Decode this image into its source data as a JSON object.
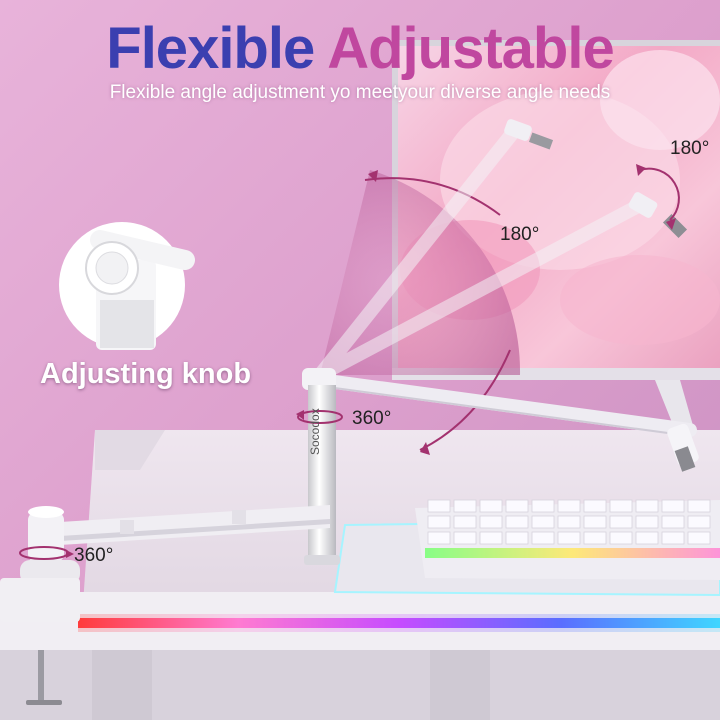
{
  "title_word1": "Flexible",
  "title_word2": "Adjustable",
  "subtitle": "Flexible angle adjustment yo meetyour diverse angle needs",
  "angle_right": "180°",
  "angle_center": "180°",
  "rotation_mid": "360°",
  "rotation_base": "360°",
  "knob_label": "Adjusting knob",
  "brand": "Socodox",
  "colors": {
    "title_blue": "#3b3fb0",
    "title_pink": "#c0479f",
    "background": "#e6a9d4",
    "arrow_magenta": "#a3326f"
  }
}
